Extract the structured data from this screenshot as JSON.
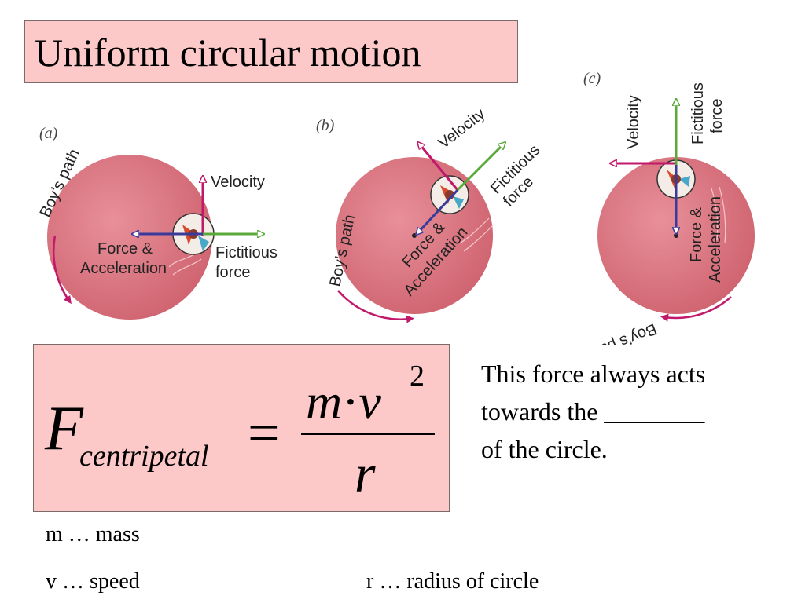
{
  "title": "Uniform circular motion",
  "panels": [
    {
      "id": "a",
      "label": "(a)",
      "path": "Boy’s path",
      "velocity": "Velocity",
      "force_line1": "Force &",
      "force_line2": "Acceleration",
      "fictitious_line1": "Fictitious",
      "fictitious_line2": "force"
    },
    {
      "id": "b",
      "label": "(b)",
      "path": "Boy’s path",
      "velocity": "Velocity",
      "force_line1": "Force &",
      "force_line2": "Acceleration",
      "fictitious_line1": "Fictitious",
      "fictitious_line2": "force"
    },
    {
      "id": "c",
      "label": "(c)",
      "path": "Boy’s path",
      "velocity": "Velocity",
      "force_line1": "Force &",
      "force_line2": "Acceleration",
      "fictitious_line1": "Fictitious",
      "fictitious_line2": "force"
    }
  ],
  "formula": {
    "lhs": "F",
    "lhs_subscript": "centripetal",
    "equals": "=",
    "numerator_m": "m",
    "numerator_dot": "·",
    "numerator_v": "v",
    "exponent": "2",
    "denominator": "r"
  },
  "note": {
    "line1": "This force always acts",
    "line2": "towards the ________",
    "line3": "of the circle."
  },
  "legend": {
    "mass": "m … mass",
    "speed": "v … speed",
    "radius": "r … radius of circle"
  },
  "colors": {
    "box_fill": "#fcc8c8",
    "disc": "#d9707a",
    "velocity_arrow": "#c0186a",
    "force_arrow": "#3a3a9a",
    "fictitious_arrow": "#5aaa3a",
    "path_arrow": "#c0186a"
  }
}
